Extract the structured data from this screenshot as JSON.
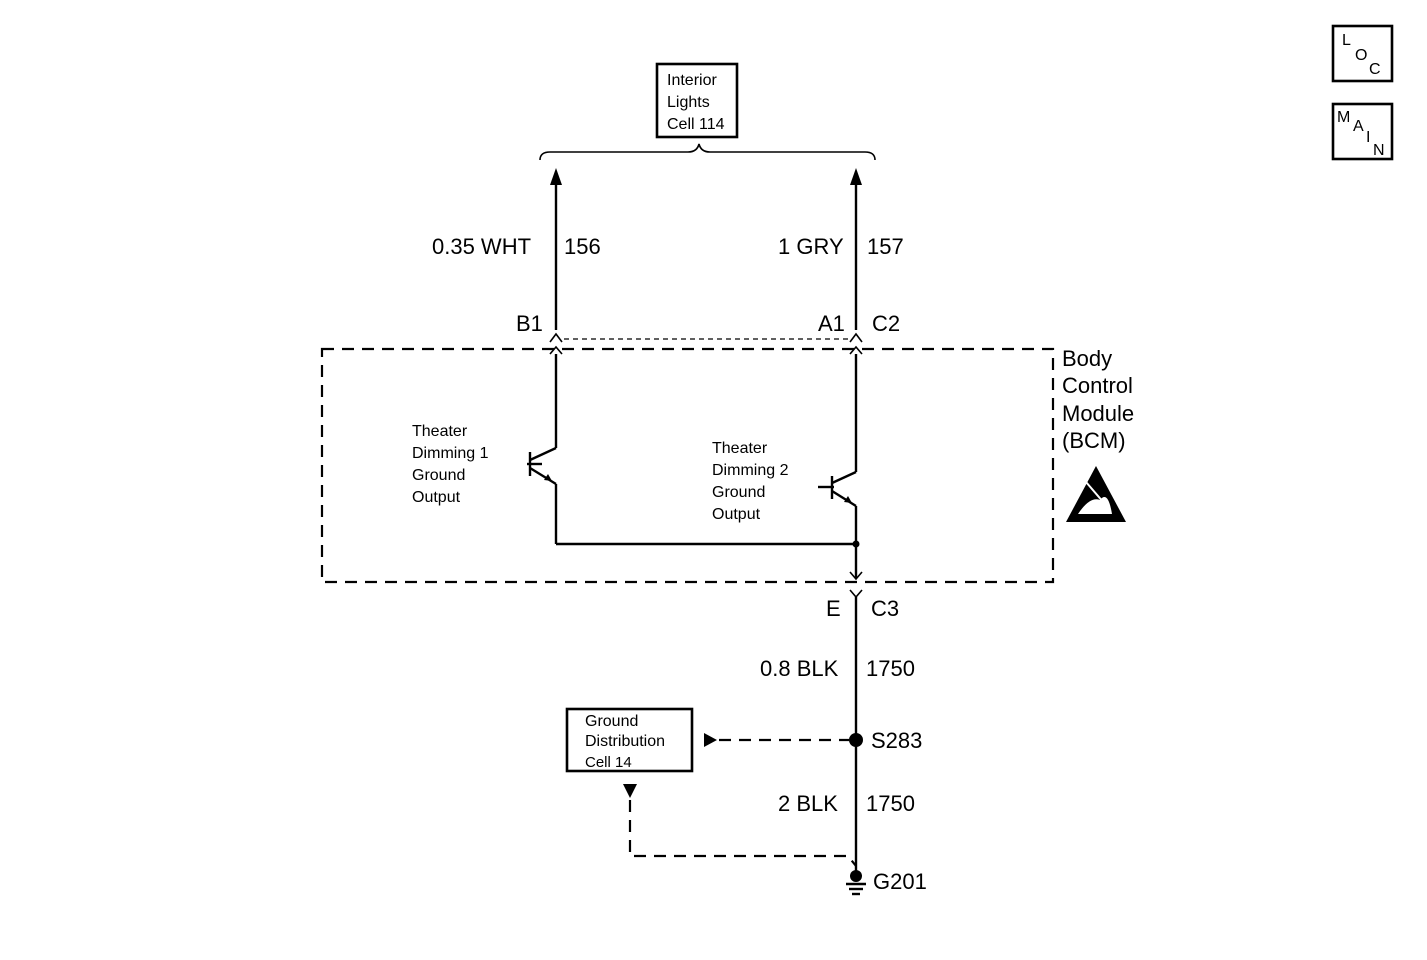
{
  "ref_interior": [
    "Interior",
    "Lights",
    "Cell 114"
  ],
  "ref_ground": [
    "Ground",
    "Distribution",
    "Cell 14"
  ],
  "nav_loc": [
    "L",
    "O",
    "C"
  ],
  "nav_main": [
    "M",
    "A",
    "I",
    "N"
  ],
  "module": [
    "Body",
    "Control",
    "Module",
    "(BCM)"
  ],
  "transistor1": [
    "Theater",
    "Dimming 1",
    "Ground",
    "Output"
  ],
  "transistor2": [
    "Theater",
    "Dimming 2",
    "Ground",
    "Output"
  ],
  "wire_left": {
    "size_color": "0.35 WHT",
    "circuit": "156"
  },
  "wire_right": {
    "size_color": "1 GRY",
    "circuit": "157"
  },
  "wire_lower_1": {
    "size_color": "0.8 BLK",
    "circuit": "1750"
  },
  "wire_lower_2": {
    "size_color": "2 BLK",
    "circuit": "1750"
  },
  "pin_b1": "B1",
  "pin_a1": "A1",
  "connector_c2": "C2",
  "pin_e": "E",
  "connector_c3": "C3",
  "splice": "S283",
  "ground": "G201"
}
